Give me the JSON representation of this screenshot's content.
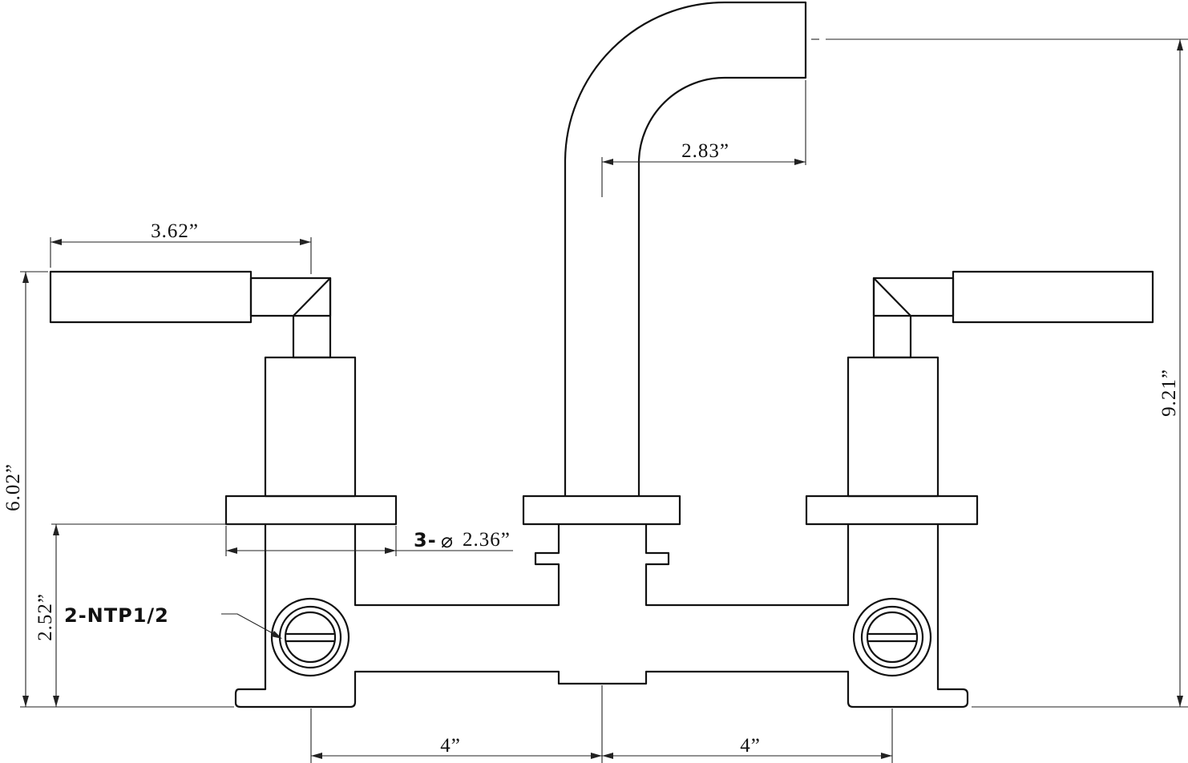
{
  "dimensions": {
    "handle_length": "3.62”",
    "spout_reach": "2.83”",
    "overall_height": "9.21”",
    "handle_height": "6.02”",
    "deck_height": "2.52”",
    "flange_diameter_prefix": "3-",
    "flange_diameter_symbol": "⌀",
    "flange_diameter_value": "2.36”",
    "spacing_left": "4”",
    "spacing_right": "4”"
  },
  "annotations": {
    "connection": "2-NTP1/2"
  },
  "colors": {
    "line": "#111111",
    "background": "#ffffff"
  }
}
